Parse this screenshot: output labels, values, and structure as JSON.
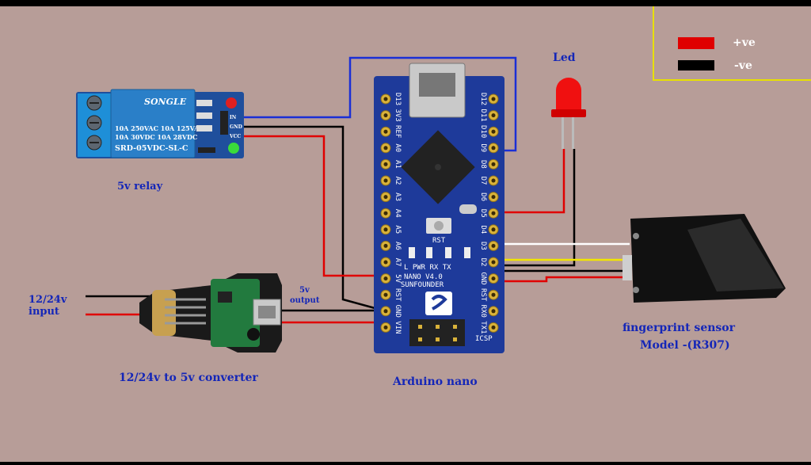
{
  "colors": {
    "background": "#b79d98",
    "frame": "#000000",
    "positive_wire": "#e00000",
    "negative_wire": "#000000",
    "signal_blue": "#1a2fd6",
    "signal_white": "#ffffff",
    "signal_yellow": "#f2e600",
    "legend_border": "#e8e000",
    "label_blue": "#1426b8",
    "board_blue": "#1e3a9a",
    "relay_blue": "#2a7fc8"
  },
  "legend": {
    "positive": "+ve",
    "negative": "-ve"
  },
  "labels": {
    "relay": "5v relay",
    "led": "Led",
    "input_line1": "12/24v",
    "input_line2": "input",
    "output_line1": "5v",
    "output_line2": "output",
    "converter": "12/24v  to 5v converter",
    "arduino": "Arduino nano",
    "sensor_line1": "fingerprint sensor",
    "sensor_line2": "Model -(R307)"
  },
  "relay_module": {
    "brand": "SONGLE",
    "spec_line1": "10A 250VAC  10A 125VAC",
    "spec_line2": "10A  30VDC  10A  28VDC",
    "model": "SRD-05VDC-SL-C",
    "pin_in": "IN",
    "pin_gnd": "GND",
    "pin_vcc": "VCC"
  },
  "arduino_board": {
    "left_pins": [
      "D13",
      "3V3",
      "REF",
      "A0",
      "A1",
      "A2",
      "A3",
      "A4",
      "A5",
      "A6",
      "A7",
      "5V",
      "RST",
      "GND",
      "VIN"
    ],
    "right_pins": [
      "D12",
      "D11",
      "D10",
      "D9",
      "D8",
      "D7",
      "D6",
      "D5",
      "D4",
      "D3",
      "D2",
      "GND",
      "RST",
      "RX0",
      "TX1"
    ],
    "brand_line1": "NANO V4.0",
    "brand_line2": "SUNFOUNDER",
    "rst_label": "RST",
    "leds_label": "L  PWR  RX  TX",
    "icsp": "ICSP"
  }
}
